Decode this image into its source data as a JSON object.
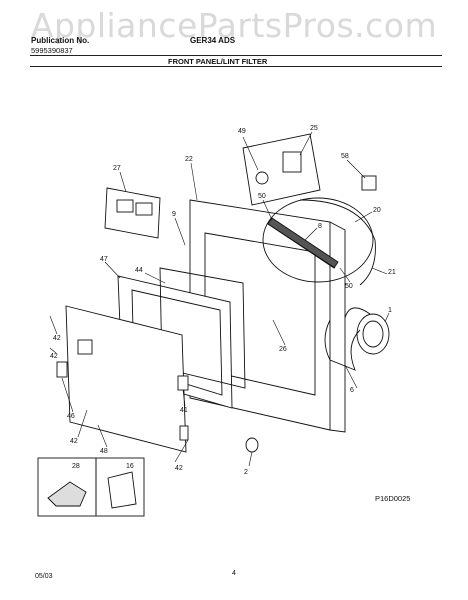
{
  "watermark": "AppliancePartsPros.com",
  "header": {
    "publication_label": "Publication No.",
    "publication_number": "5995390837",
    "model": "GER34 ADS",
    "section_title": "FRONT PANEL/LINT FILTER"
  },
  "footer": {
    "date": "05/03",
    "page_number": "4",
    "figure_code": "P16D0025"
  },
  "callouts": [
    "49",
    "25",
    "27",
    "22",
    "58",
    "50",
    "20",
    "9",
    "8",
    "47",
    "44",
    "21",
    "50",
    "1",
    "42",
    "26",
    "6",
    "42",
    "46",
    "41",
    "42",
    "48",
    "42",
    "2",
    "28",
    "16"
  ]
}
